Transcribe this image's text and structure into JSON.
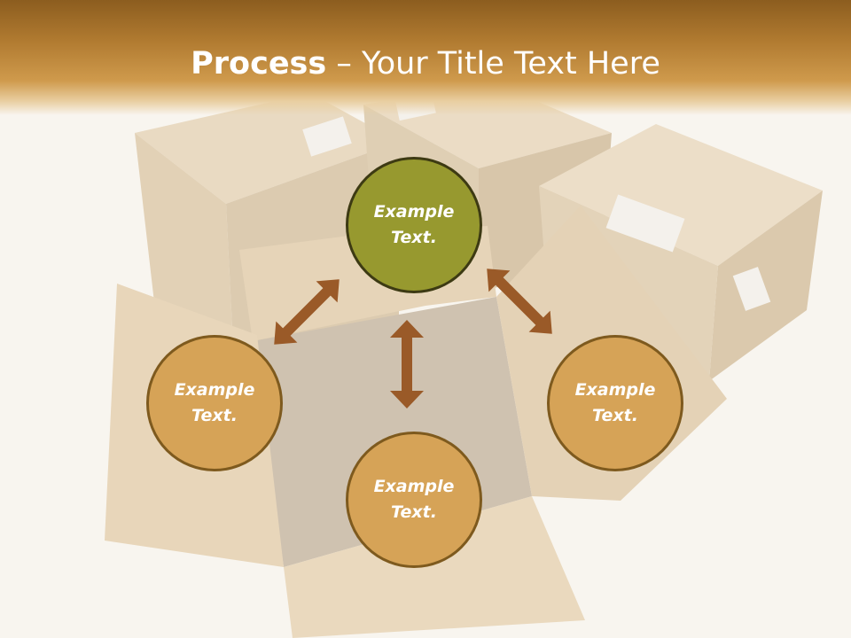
{
  "slide": {
    "title_bold": "Process",
    "title_rest": " – Your Title Text Here"
  },
  "colors": {
    "header": "#b07a30",
    "node_orange": "#d6a357",
    "node_green": "#97992f",
    "arrow": "#9a5a28"
  },
  "nodes": {
    "top": "Example Text.",
    "left": "Example Text.",
    "right": "Example Text.",
    "bottom": "Example Text."
  }
}
